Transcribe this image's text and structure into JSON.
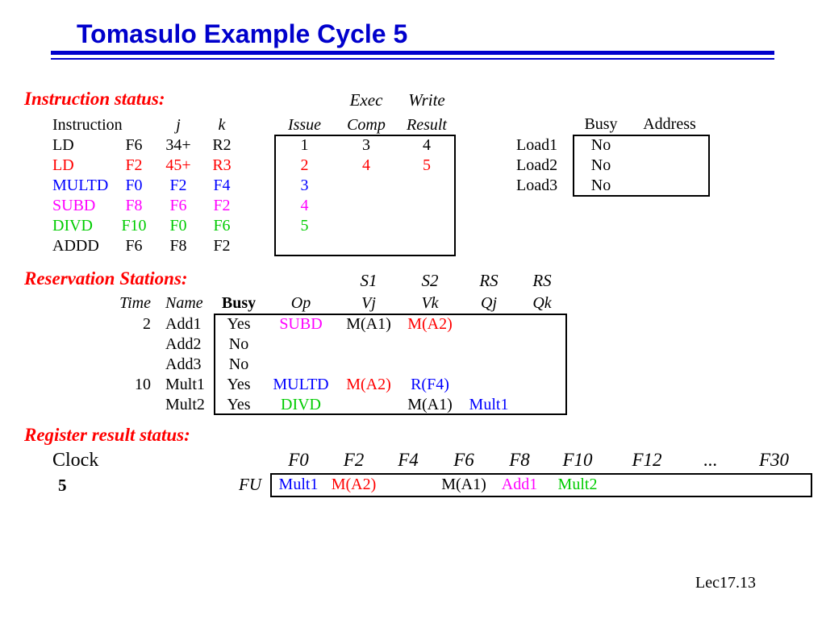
{
  "title": "Tomasulo Example Cycle 5",
  "footer": "Lec17.13",
  "colors": {
    "title": "#0000CC",
    "rule": "#0000CC",
    "section_heading": "#FF0000",
    "black": "#000000",
    "red": "#FF0000",
    "blue": "#0000FF",
    "magenta": "#FF00FF",
    "green": "#00CC00"
  },
  "instruction_status": {
    "heading": "Instruction status:",
    "exec_label": "Exec",
    "write_label": "Write",
    "headers": {
      "instruction": "Instruction",
      "j": "j",
      "k": "k",
      "issue": "Issue",
      "comp": "Comp",
      "result": "Result"
    },
    "rows": [
      {
        "op": "LD",
        "dest": "F6",
        "j": "34+",
        "k": "R2",
        "issue": "1",
        "comp": "3",
        "result": "4",
        "color": "#000000"
      },
      {
        "op": "LD",
        "dest": "F2",
        "j": "45+",
        "k": "R3",
        "issue": "2",
        "comp": "4",
        "result": "5",
        "color": "#FF0000"
      },
      {
        "op": "MULTD",
        "dest": "F0",
        "j": "F2",
        "k": "F4",
        "issue": "3",
        "comp": "",
        "result": "",
        "color": "#0000FF"
      },
      {
        "op": "SUBD",
        "dest": "F8",
        "j": "F6",
        "k": "F2",
        "issue": "4",
        "comp": "",
        "result": "",
        "color": "#FF00FF"
      },
      {
        "op": "DIVD",
        "dest": "F10",
        "j": "F0",
        "k": "F6",
        "issue": "5",
        "comp": "",
        "result": "",
        "color": "#00CC00"
      },
      {
        "op": "ADDD",
        "dest": "F6",
        "j": "F8",
        "k": "F2",
        "issue": "",
        "comp": "",
        "result": "",
        "color": "#000000"
      }
    ]
  },
  "load_buffers": {
    "headers": {
      "busy": "Busy",
      "address": "Address"
    },
    "rows": [
      {
        "name": "Load1",
        "busy": "No",
        "address": ""
      },
      {
        "name": "Load2",
        "busy": "No",
        "address": ""
      },
      {
        "name": "Load3",
        "busy": "No",
        "address": ""
      }
    ]
  },
  "reservation_stations": {
    "heading": "Reservation Stations:",
    "upper_headers": {
      "s1": "S1",
      "s2": "S2",
      "rs_qj": "RS",
      "rs_qk": "RS"
    },
    "headers": {
      "time": "Time",
      "name": "Name",
      "busy": "Busy",
      "op": "Op",
      "vj": "Vj",
      "vk": "Vk",
      "qj": "Qj",
      "qk": "Qk"
    },
    "rows": [
      {
        "time": "2",
        "name": "Add1",
        "busy": "Yes",
        "op": "SUBD",
        "op_color": "#FF00FF",
        "vj": "M(A1)",
        "vj_color": "#000000",
        "vk": "M(A2)",
        "vk_color": "#FF0000",
        "qj": "",
        "qj_color": "#000000",
        "qk": ""
      },
      {
        "time": "",
        "name": "Add2",
        "busy": "No",
        "op": "",
        "op_color": "#000000",
        "vj": "",
        "vj_color": "#000000",
        "vk": "",
        "vk_color": "#000000",
        "qj": "",
        "qj_color": "#000000",
        "qk": ""
      },
      {
        "time": "",
        "name": "Add3",
        "busy": "No",
        "op": "",
        "op_color": "#000000",
        "vj": "",
        "vj_color": "#000000",
        "vk": "",
        "vk_color": "#000000",
        "qj": "",
        "qj_color": "#000000",
        "qk": ""
      },
      {
        "time": "10",
        "name": "Mult1",
        "busy": "Yes",
        "op": "MULTD",
        "op_color": "#0000FF",
        "vj": "M(A2)",
        "vj_color": "#FF0000",
        "vk": "R(F4)",
        "vk_color": "#0000FF",
        "qj": "",
        "qj_color": "#000000",
        "qk": ""
      },
      {
        "time": "",
        "name": "Mult2",
        "busy": "Yes",
        "op": "DIVD",
        "op_color": "#00CC00",
        "vj": "",
        "vj_color": "#000000",
        "vk": "M(A1)",
        "vk_color": "#000000",
        "qj": "Mult1",
        "qj_color": "#0000FF",
        "qk": ""
      }
    ]
  },
  "register_status": {
    "heading": "Register result status:",
    "clock_label": "Clock",
    "clock_value": "5",
    "fu_label": "FU",
    "registers": [
      "F0",
      "F2",
      "F4",
      "F6",
      "F8",
      "F10",
      "F12",
      "...",
      "F30"
    ],
    "fu": [
      {
        "value": "Mult1",
        "color": "#0000FF"
      },
      {
        "value": "M(A2)",
        "color": "#FF0000"
      },
      {
        "value": "",
        "color": "#000000"
      },
      {
        "value": "M(A1)",
        "color": "#000000"
      },
      {
        "value": "Add1",
        "color": "#FF00FF"
      },
      {
        "value": "Mult2",
        "color": "#00CC00"
      },
      {
        "value": "",
        "color": "#000000"
      },
      {
        "value": "",
        "color": "#000000"
      },
      {
        "value": "",
        "color": "#000000"
      }
    ]
  }
}
